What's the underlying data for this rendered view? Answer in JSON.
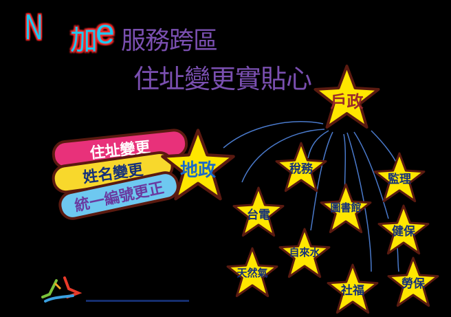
{
  "title": {
    "n": "N",
    "jia": "加",
    "e": "e",
    "line1": "服務跨區",
    "line2": "住址變更實貼心"
  },
  "ribbons": [
    {
      "label": "住址變更",
      "color": "#e8317a"
    },
    {
      "label": "姓名變更",
      "color": "#f8d82c"
    },
    {
      "label": "統一編號更正",
      "color": "#6ec8f0"
    }
  ],
  "stars": {
    "household": {
      "label": "戶政",
      "label_color": "#9a2a2a"
    },
    "land": {
      "label": "地政",
      "label_color": "#1a6ac8"
    },
    "tax": {
      "label": "稅務"
    },
    "supervision": {
      "label": "監理"
    },
    "power": {
      "label": "台電"
    },
    "library": {
      "label": "圖書館"
    },
    "health": {
      "label": "健保"
    },
    "water": {
      "label": "自來水"
    },
    "gas": {
      "label": "天然氣"
    },
    "welfare": {
      "label": "社福"
    },
    "labor": {
      "label": "勞保"
    }
  },
  "colors": {
    "star_fill": "#ffe600",
    "star_outline": "#5a1a10",
    "line": "#4a7acc",
    "title_purple": "#7a4fb0",
    "title_cyan": "#1ec8f0",
    "title_red": "#ff2a2a"
  }
}
